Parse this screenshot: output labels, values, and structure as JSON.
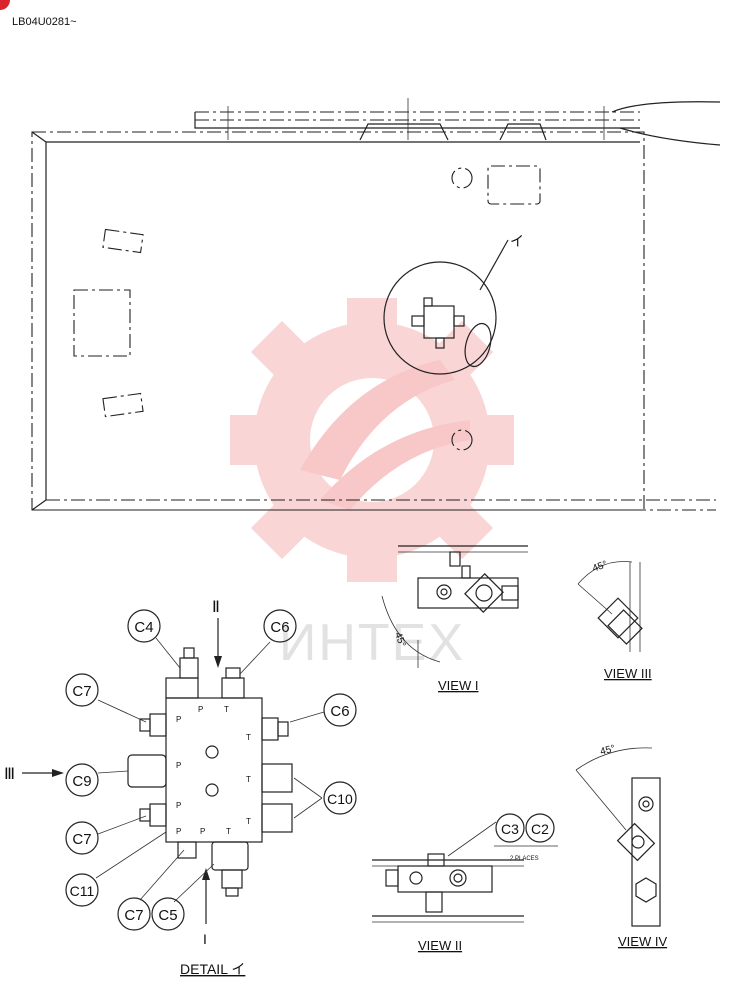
{
  "doc_code": "LB04U0281~",
  "colors": {
    "watermark": "#f25c5c",
    "accent_dot": "#d9232d",
    "ink": "#222222"
  },
  "watermark_text": "ИНТЕХ",
  "main_view": {
    "callout_top": "イ"
  },
  "detail": {
    "title": "DETAIL イ",
    "arrow_top": "Ⅱ",
    "arrow_left": "Ⅲ",
    "arrow_bottom": "I",
    "callouts": [
      "C4",
      "C6",
      "C7",
      "C6",
      "C9",
      "C10",
      "C7",
      "C11",
      "C7",
      "C5"
    ],
    "ports": [
      "P",
      "P",
      "T",
      "P",
      "T",
      "P",
      "T",
      "P",
      "T",
      "P",
      "T"
    ]
  },
  "view1": {
    "title": "VIEW I",
    "angle": "45°"
  },
  "view2": {
    "title": "VIEW II",
    "callouts": [
      "C3",
      "C2"
    ],
    "note": "2 PLACES"
  },
  "view3": {
    "title": "VIEW III",
    "angle": "45°"
  },
  "view4": {
    "title": "VIEW IV",
    "angle": "45°"
  }
}
